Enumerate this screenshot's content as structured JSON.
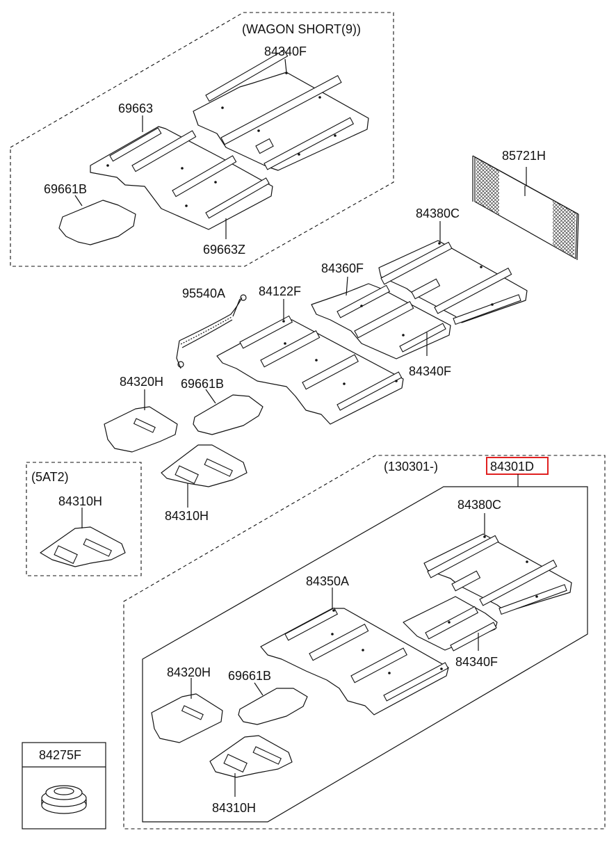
{
  "groups": {
    "wagon_short": "(WAGON SHORT(9))",
    "five_at2": "(5AT2)",
    "date_range": "(130301-)"
  },
  "labels": {
    "p84340F_top": "84340F",
    "p69663": "69663",
    "p69661B_top": "69661B",
    "p69663Z": "69663Z",
    "p85721H": "85721H",
    "p84380C_mid": "84380C",
    "p84360F": "84360F",
    "p95540A": "95540A",
    "p84122F": "84122F",
    "p84340F_mid": "84340F",
    "p84320H_mid": "84320H",
    "p69661B_mid": "69661B",
    "p84310H_mid": "84310H",
    "p84310H_5at2": "84310H",
    "p84301D": "84301D",
    "p84380C_bot": "84380C",
    "p84350A": "84350A",
    "p84340F_bot": "84340F",
    "p84320H_bot": "84320H",
    "p69661B_bot": "69661B",
    "p84310H_bot": "84310H",
    "p84275F": "84275F"
  },
  "highlight_color": "#e02020"
}
